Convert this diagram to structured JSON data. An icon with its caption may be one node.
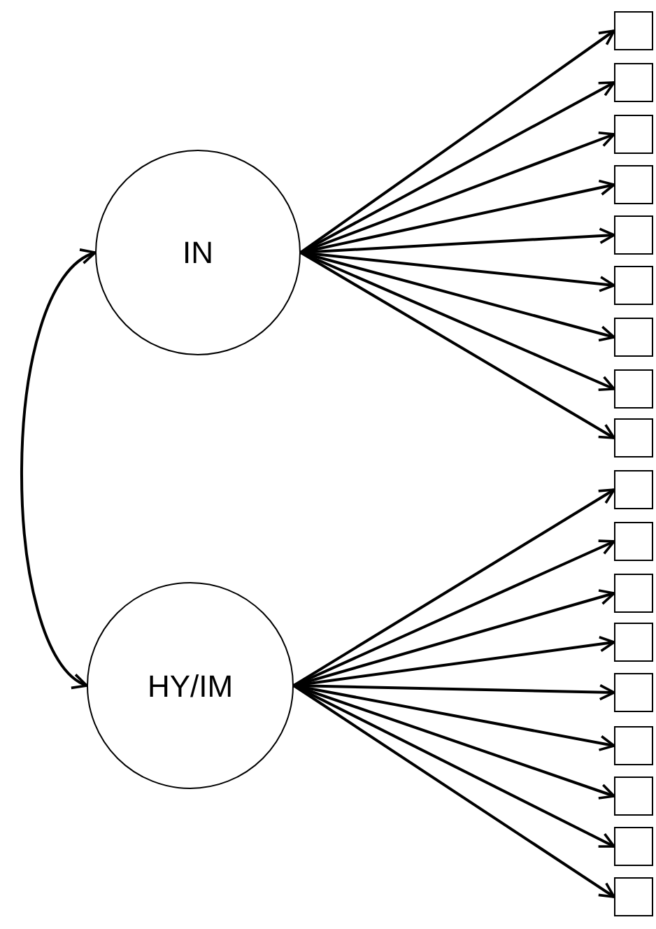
{
  "diagram": {
    "nodes": [
      {
        "text": [
          "IN"
        ]
      },
      {
        "text": [
          "HY/IM"
        ]
      },
      {
        "text": [],
        "shape": "box"
      },
      {
        "text": [],
        "shape": "box"
      },
      {
        "text": [],
        "shape": "box"
      },
      {
        "text": [],
        "shape": "box"
      },
      {
        "text": [],
        "shape": "box"
      },
      {
        "text": [],
        "shape": "box"
      },
      {
        "text": [],
        "shape": "box"
      },
      {
        "text": [],
        "shape": "box"
      },
      {
        "text": [],
        "shape": "box"
      },
      {
        "text": [],
        "shape": "box"
      },
      {
        "text": [],
        "shape": "box"
      },
      {
        "text": [],
        "shape": "box"
      },
      {
        "text": [],
        "shape": "box"
      },
      {
        "text": [],
        "shape": "box"
      },
      {
        "text": [],
        "shape": "box"
      },
      {
        "text": [],
        "shape": "box"
      },
      {
        "text": [],
        "shape": "box"
      },
      {
        "text": [],
        "shape": "box"
      }
    ],
    "edges": [
      {
        "from": 0,
        "to": 1,
        "arrow": "both"
      },
      {
        "from": 0,
        "to": 2,
        "arrow": "to"
      },
      {
        "from": 0,
        "to": 3,
        "arrow": "to"
      },
      {
        "from": 0,
        "to": 4,
        "arrow": "to"
      },
      {
        "from": 0,
        "to": 5,
        "arrow": "to"
      },
      {
        "from": 0,
        "to": 6,
        "arrow": "to"
      },
      {
        "from": 0,
        "to": 7,
        "arrow": "to"
      },
      {
        "from": 0,
        "to": 8,
        "arrow": "to"
      },
      {
        "from": 0,
        "to": 9,
        "arrow": "to"
      },
      {
        "from": 0,
        "to": 10,
        "arrow": "to"
      },
      {
        "from": 1,
        "to": 11,
        "arrow": "to"
      },
      {
        "from": 1,
        "to": 12,
        "arrow": "to"
      },
      {
        "from": 1,
        "to": 13,
        "arrow": "to"
      },
      {
        "from": 1,
        "to": 14,
        "arrow": "to"
      },
      {
        "from": 1,
        "to": 15,
        "arrow": "to"
      },
      {
        "from": 1,
        "to": 16,
        "arrow": "to"
      },
      {
        "from": 1,
        "to": 17,
        "arrow": "to"
      },
      {
        "from": 1,
        "to": 18,
        "arrow": "to"
      },
      {
        "from": 1,
        "to": 19,
        "arrow": "to"
      }
    ]
  }
}
